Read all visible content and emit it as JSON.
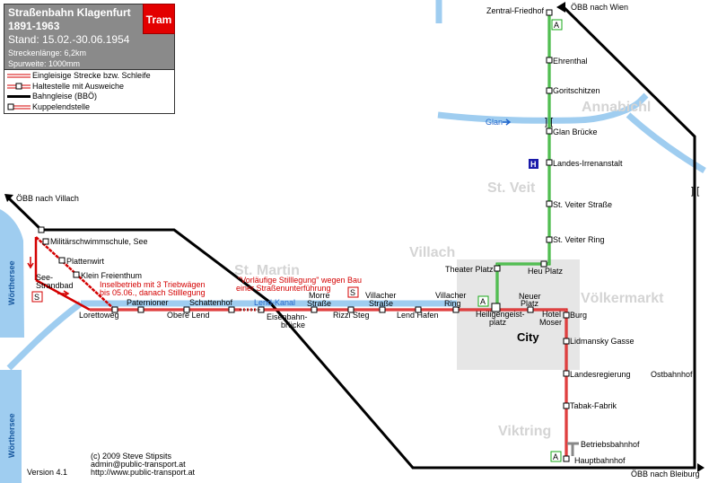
{
  "header": {
    "title": "Straßenbahn Klagenfurt",
    "years": "1891-1963",
    "stand": "Stand: 15.02.-30.06.1954",
    "length": "Streckenlänge: 6,2km",
    "gauge": "Spurweite: 1000mm",
    "tram_badge": "Tram"
  },
  "legend": [
    {
      "label": "Eingleisige Strecke bzw. Schleife"
    },
    {
      "label": "Haltestelle mit Ausweiche"
    },
    {
      "label": "Bahngleise (BBÖ)"
    },
    {
      "label": "Kuppelendstelle"
    }
  ],
  "rail_destinations": {
    "wien": "ÖBB nach Wien",
    "villach": "ÖBB nach Villach",
    "bleiburg": "ÖBB nach Bleiburg"
  },
  "districts": {
    "annabichl": "Annabichl",
    "st_veit": "St. Veit",
    "villach": "Villach",
    "st_martin": "St. Martin",
    "voelkermarkt": "Völkermarkt",
    "viktring": "Viktring",
    "city": "City"
  },
  "water": {
    "woerthersee": "Wörthersee",
    "glan": "Glan",
    "lend_kanal": "Lend-Kanal"
  },
  "stops": {
    "zentral_friedhof": "Zentral-Friedhof",
    "ehrenthal": "Ehrenthal",
    "goritschitzen": "Goritschitzen",
    "glan_bruecke": "Glan Brücke",
    "landes_irrenanstalt": "Landes-Irrenanstalt",
    "st_veiter_strasse": "St. Veiter Straße",
    "st_veiter_ring": "St. Veiter Ring",
    "theater_platz": "Theater Platz",
    "heu_platz": "Heu Platz",
    "militaerschwimmschule": "Militärschwimmschule, See",
    "plattenwirt": "Plattenwirt",
    "klein_freienthum": "Klein Freienthum",
    "see_strandbad_1": "See-",
    "see_strandbad_2": "Strandbad",
    "lorettoweg": "Lorettoweg",
    "paternioner": "Paternioner",
    "obere_lend": "Obere Lend",
    "schattenhof": "Schattenhof",
    "eisenbahnbruecke_1": "Eisenbahn-",
    "eisenbahnbruecke_2": "brücke",
    "morre_strasse_1": "Morre",
    "morre_strasse_2": "Straße",
    "rizzi_steg": "Rizzi Steg",
    "villacher_strasse_1": "Villacher",
    "villacher_strasse_2": "Straße",
    "lend_hafen": "Lend Hafen",
    "villacher_ring_1": "Villacher",
    "villacher_ring_2": "Ring",
    "heiligengeistplatz_1": "Heiligengeist-",
    "heiligengeistplatz_2": "platz",
    "neuer_platz_1": "Neuer",
    "neuer_platz_2": "Platz",
    "hotel_moser_1": "Hotel",
    "hotel_moser_2": "Moser",
    "burg": "Burg",
    "lidmansky_gasse": "Lidmansky Gasse",
    "landesregierung": "Landesregierung",
    "ostbahnhof": "Ostbahnhof",
    "tabak_fabrik": "Tabak-Fabrik",
    "betriebsbahnhof": "Betriebsbahnhof",
    "hauptbahnhof": "Hauptbahnhof"
  },
  "notes": {
    "stilllegung_1": "\"Vorläufige Stilllegung\" wegen Bau",
    "stilllegung_2": "einer Straßenunterführung",
    "inselbetrieb_1": "Inselbetrieb mit 3 Triebwägen",
    "inselbetrieb_2": "bis 05.06., danach Stilllegung"
  },
  "badges": {
    "a": "A",
    "s": "S",
    "h": "H"
  },
  "footer": {
    "copyright": "(c) 2009 Steve Stipsits",
    "email": "admin@public-transport.at",
    "url": "http://www.public-transport.at",
    "version": "Version 4.1"
  },
  "colors": {
    "line_red": "#d40000",
    "line_green": "#18a818",
    "water": "#9fcdf0",
    "city_area": "#e6e6e6",
    "district_text": "#d4d4d4",
    "header_bg": "#8a8a8a",
    "tram_badge": "#e30000",
    "h_badge": "#1a1aaa"
  }
}
